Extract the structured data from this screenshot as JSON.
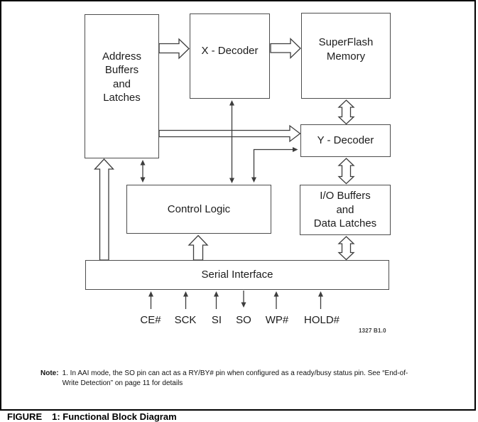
{
  "colors": {
    "frame": "#000000",
    "line": "#3d3d3d",
    "box-border": "#4d4d4d",
    "text": "#1c1c1c"
  },
  "blocks": {
    "address_buffers": {
      "label": "Address\nBuffers\nand\nLatches"
    },
    "x_decoder": {
      "label": "X - Decoder"
    },
    "superflash": {
      "label": "SuperFlash\nMemory"
    },
    "y_decoder": {
      "label": "Y - Decoder"
    },
    "control_logic": {
      "label": "Control Logic"
    },
    "io_buffers": {
      "label": "I/O Buffers\nand\nData Latches"
    },
    "serial_interface": {
      "label": "Serial Interface"
    }
  },
  "pins": [
    {
      "name": "CE#",
      "direction": "in"
    },
    {
      "name": "SCK",
      "direction": "in"
    },
    {
      "name": "SI",
      "direction": "in"
    },
    {
      "name": "SO",
      "direction": "out"
    },
    {
      "name": "WP#",
      "direction": "in"
    },
    {
      "name": "HOLD#",
      "direction": "in"
    }
  ],
  "stamp": "1327 B1.0",
  "note": {
    "label": "Note:",
    "line1": "1. In AAI mode, the SO pin can act as a RY/BY# pin when configured as a ready/busy status pin. See “End-of-",
    "line2": "Write Detection” on page 11 for details"
  },
  "caption": {
    "label": "FIGURE",
    "title": "1: Functional Block Diagram"
  }
}
